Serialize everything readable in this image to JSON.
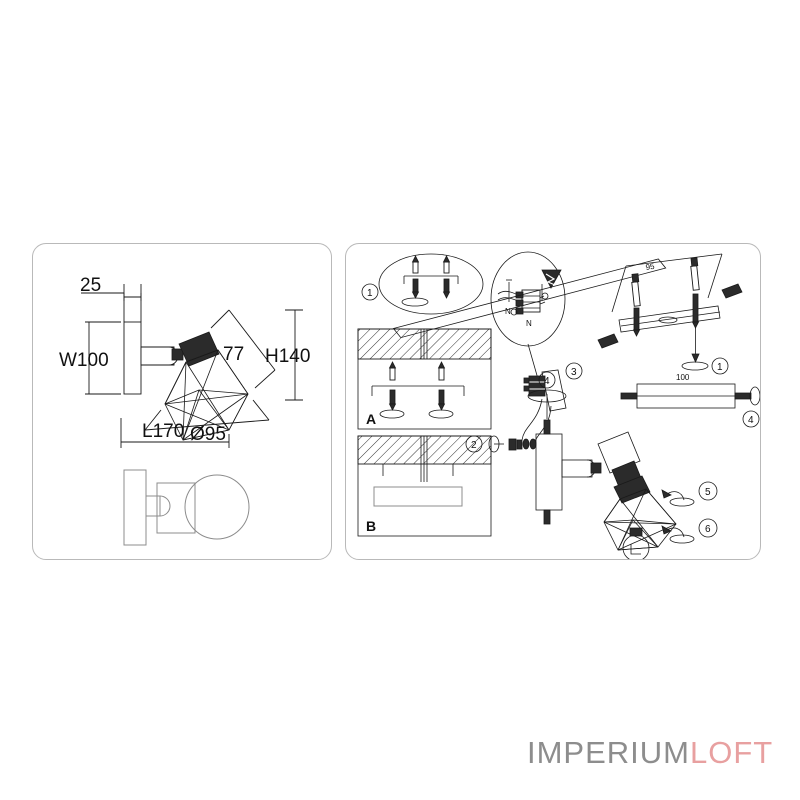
{
  "document": {
    "type": "product-dimension-and-installation-sheet",
    "background_color": "#ffffff"
  },
  "brand": {
    "name_primary": "IMPERIUM",
    "name_secondary": "LOFT",
    "color_primary": "#8d8d8d",
    "color_secondary": "#e8a0a0"
  },
  "panels": {
    "dimensions": {
      "name": "dimension-drawing-panel",
      "border_color": "#b9b9b9"
    },
    "instructions": {
      "name": "installation-instructions-panel",
      "border_color": "#b9b9b9"
    }
  },
  "dimensions": {
    "labels": [
      {
        "id": "depth-plate",
        "text": "25"
      },
      {
        "id": "width",
        "text": "W100"
      },
      {
        "id": "shade-height",
        "text": "77"
      },
      {
        "id": "shade-diam",
        "text": "Ø95"
      },
      {
        "id": "height",
        "text": "H140"
      },
      {
        "id": "length",
        "text": "L170"
      }
    ],
    "d25": "25",
    "w100": "W100",
    "d77": "77",
    "d95": "Ø95",
    "h140": "H140",
    "l170": "L170"
  },
  "instructions": {
    "wall_cases": [
      {
        "id": "case-a",
        "label": "A",
        "description": "solid-wall-with-dowels-and-screws"
      },
      {
        "id": "case-b",
        "label": "B",
        "description": "bracket-mounted-to-wall"
      }
    ],
    "case_a_label": "A",
    "case_b_label": "B",
    "steps": [
      {
        "number": "1",
        "description": "drill-holes-insert-dowels-and-screws"
      },
      {
        "number": "2",
        "description": "connect-terminal-block-wiring"
      },
      {
        "number": "3",
        "description": "mains-wiring-detail"
      },
      {
        "number": "4",
        "description": "tighten-body-to-bracket"
      },
      {
        "number": "5",
        "description": "adjust-shade-angle"
      },
      {
        "number": "6",
        "description": "install-lamp-bulb"
      }
    ],
    "step1": "1",
    "step2": "2",
    "step3": "3",
    "step4": "4",
    "step5": "5",
    "step6": "6",
    "bracket_length": "95",
    "body_length": "100"
  }
}
